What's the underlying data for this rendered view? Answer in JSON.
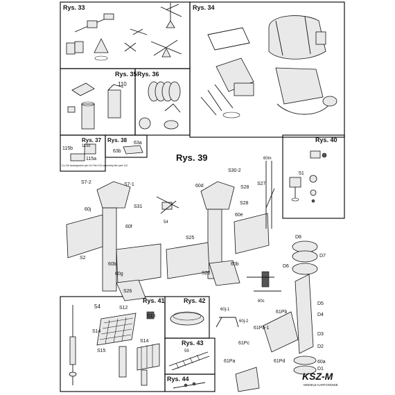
{
  "panels": {
    "rys33": "Rys. 33",
    "rys34": "Rys. 34",
    "rys35": "Rys. 35",
    "rys36": "Rys. 36",
    "rys37": "Rys. 37",
    "rys38": "Rys. 38",
    "rys39": "Rys. 39",
    "rys40": "Rys. 40",
    "rys41": "Rys. 41",
    "rys42": "Rys. 42",
    "rys43": "Rys. 43",
    "rys44": "Rys. 44"
  },
  "labels": {
    "l110": "110",
    "l115b": "115b",
    "l115a": "115a",
    "l115c": "115c",
    "l63b": "63b",
    "l63a": "63a",
    "l51": "51",
    "l60m": "60m",
    "l54": "54",
    "s72": "S7-2",
    "s71": "S7-1",
    "s31": "S31",
    "s302": "S30-2",
    "s28a": "S28",
    "s28b": "S28",
    "s27": "S27",
    "s25": "S25",
    "s2": "S2",
    "s26a": "S26",
    "s26b": "S26",
    "l60j": "60j",
    "l60d": "60d",
    "l60e": "60e",
    "l60f": "60f",
    "l60b": "60b",
    "l60g": "60g",
    "l60b2": "60b",
    "s12": "S12",
    "s13": "S13",
    "s14a": "S14",
    "s14b": "S14",
    "s15": "S15",
    "d8": "D8",
    "d7": "D7",
    "d6": "D6",
    "d5": "D5",
    "d4": "D4",
    "d3": "D3",
    "d2": "D2",
    "d1": "D1",
    "l60a": "60a",
    "l61pb": "61Pb",
    "l61pb1": "61Pb-1",
    "l61pc": "61Pc",
    "l61pd": "61Pd",
    "l61pa": "61Pa",
    "l60j1": "60j-1",
    "l60j2": "60j-2",
    "l60c": "60c",
    "l59": "59",
    "note": "Cz.115 analogicznie jak 111\nPart 115 assembly like part 113"
  },
  "logo": {
    "brand": "KSZ-M",
    "sub": "MODELE KARTONOWE"
  }
}
